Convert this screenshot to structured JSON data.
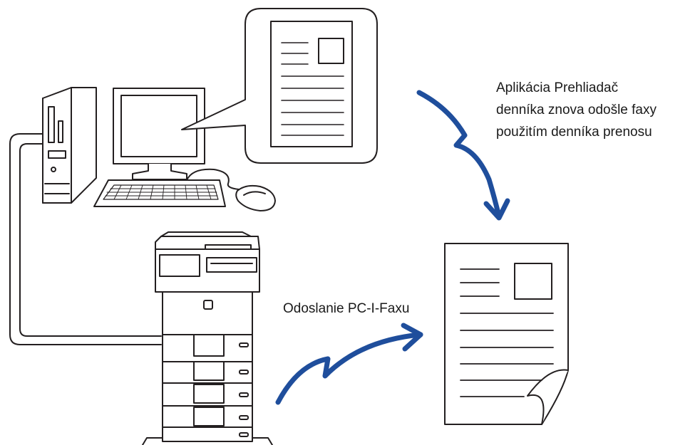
{
  "labels": {
    "resend_lines": [
      "Aplikácia Prehliadač",
      "denníka znova odošle faxy",
      "použitím denníka prenosu"
    ],
    "pc_ifax": "Odoslanie PC-I-Faxu"
  },
  "colors": {
    "arrow": "#1f4e9c",
    "outline": "#231f20",
    "fill": "#ffffff"
  },
  "icons": {
    "computer": "desktop-computer-icon",
    "printer": "multifunction-printer-icon",
    "document": "document-icon",
    "arrow": "lightning-arrow-icon"
  }
}
